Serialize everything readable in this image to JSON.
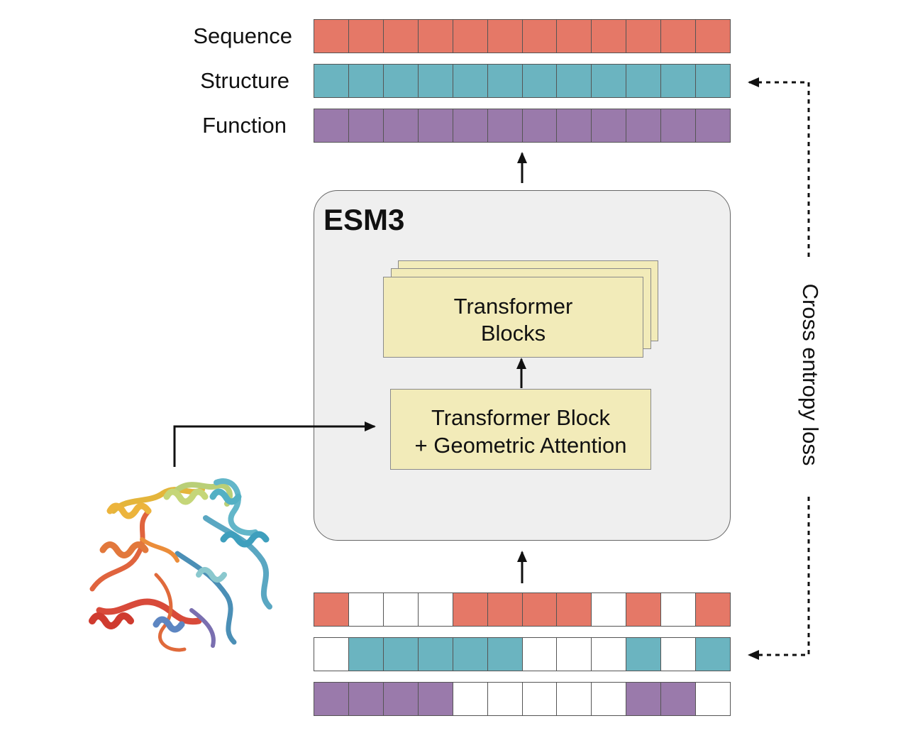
{
  "output_tracks": [
    {
      "label": "Sequence",
      "color": "#e57867",
      "mask": [
        1,
        1,
        1,
        1,
        1,
        1,
        1,
        1,
        1,
        1,
        1,
        1
      ]
    },
    {
      "label": "Structure",
      "color": "#6bb4c0",
      "mask": [
        1,
        1,
        1,
        1,
        1,
        1,
        1,
        1,
        1,
        1,
        1,
        1
      ]
    },
    {
      "label": "Function",
      "color": "#9a7aab",
      "mask": [
        1,
        1,
        1,
        1,
        1,
        1,
        1,
        1,
        1,
        1,
        1,
        1
      ]
    }
  ],
  "input_tracks": [
    {
      "color": "#e57867",
      "mask": [
        1,
        0,
        0,
        0,
        1,
        1,
        1,
        1,
        0,
        1,
        0,
        1
      ]
    },
    {
      "color": "#6bb4c0",
      "mask": [
        0,
        1,
        1,
        1,
        1,
        1,
        0,
        0,
        0,
        1,
        0,
        1
      ]
    },
    {
      "color": "#9a7aab",
      "mask": [
        1,
        1,
        1,
        1,
        0,
        0,
        0,
        0,
        0,
        1,
        1,
        0
      ]
    }
  ],
  "model": {
    "title": "ESM3",
    "stack_block": {
      "line1": "Transformer",
      "line2": "Blocks"
    },
    "geo_block": {
      "line1": "Transformer Block",
      "line2": "+ Geometric Attention"
    }
  },
  "loss_label": "Cross entropy loss",
  "colors": {
    "block_fill": "#f2ebb9",
    "model_bg": "#efefef",
    "empty_cell": "#ffffff"
  }
}
